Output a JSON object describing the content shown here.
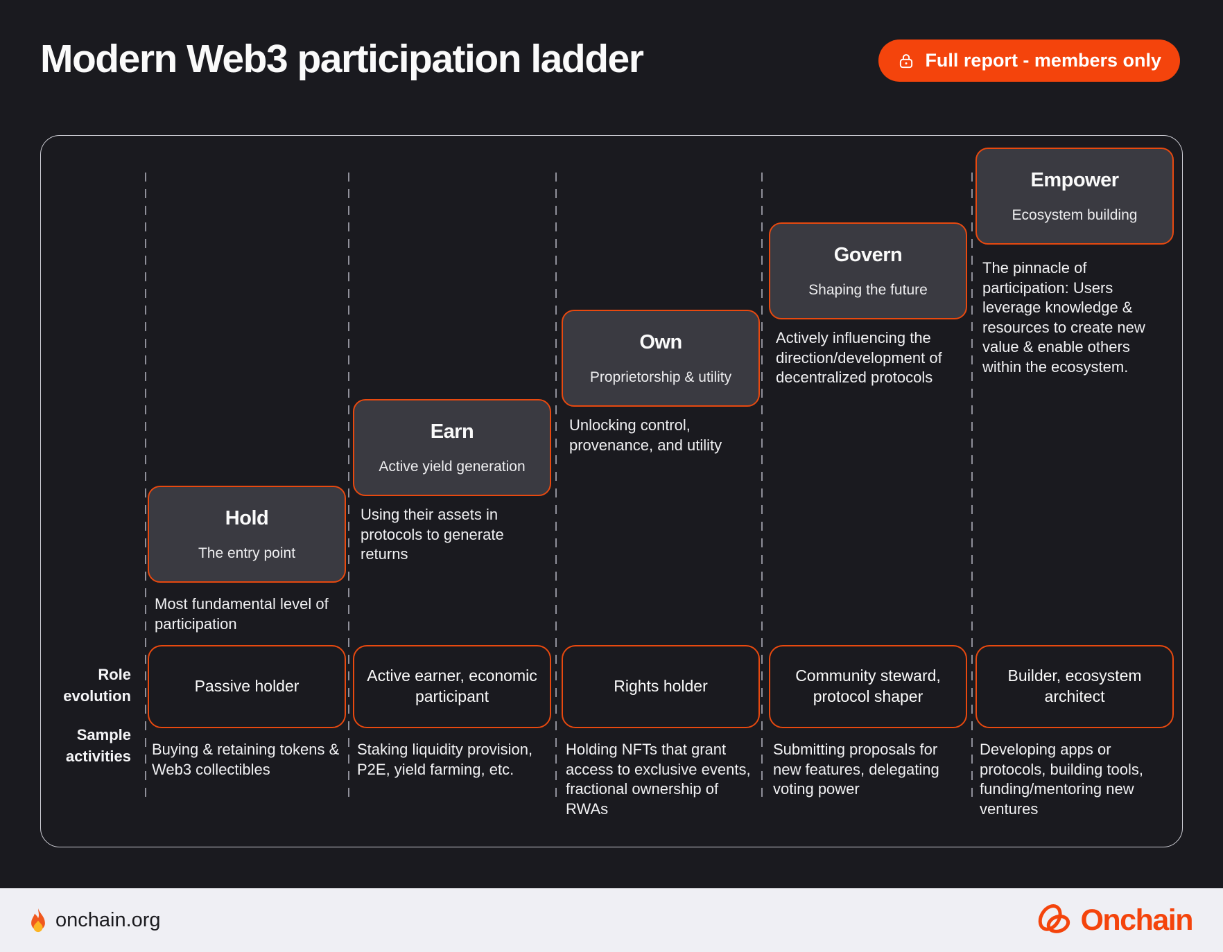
{
  "header": {
    "title": "Modern Web3 participation ladder",
    "button_label": "Full report - members only",
    "button_icon": "lock-icon"
  },
  "row_labels": {
    "role_evolution": "Role evolution",
    "sample_activities": "Sample activities"
  },
  "levels": [
    {
      "title": "Hold",
      "subtitle": "The entry point",
      "description": "Most fundamental level of participation",
      "role": "Passive holder",
      "activities": "Buying & retaining tokens & Web3 collectibles"
    },
    {
      "title": "Earn",
      "subtitle": "Active yield generation",
      "description": "Using their assets in protocols to generate returns",
      "role": "Active earner, economic participant",
      "activities": "Staking liquidity provision, P2E, yield farming, etc."
    },
    {
      "title": "Own",
      "subtitle": "Proprietorship & utility",
      "description": "Unlocking control, provenance, and utility",
      "role": "Rights holder",
      "activities": "Holding NFTs that grant access to exclusive events, fractional ownership of RWAs"
    },
    {
      "title": "Govern",
      "subtitle": "Shaping the future",
      "description": "Actively influencing the direction/development of decentralized protocols",
      "role": "Community steward, protocol shaper",
      "activities": "Submitting proposals for new features, delegating voting power"
    },
    {
      "title": "Empower",
      "subtitle": "Ecosystem building",
      "description": "The pinnacle of participation: Users leverage knowledge & resources to create new value & enable others within the ecosystem.",
      "role": "Builder, ecosystem architect",
      "activities": "Developing apps or protocols, building tools, funding/mentoring new ventures"
    }
  ],
  "footer": {
    "site": "onchain.org",
    "site_icon": "flame-icon",
    "brand": "Onchain",
    "brand_icon": "onchain-knot-icon"
  },
  "colors": {
    "background": "#1A1A1F",
    "accent_orange": "#F4440C",
    "card_border_orange": "#E8490F",
    "card_fill": "#3A3A41",
    "divider_gray": "#90909A",
    "board_border": "#CFCFD6",
    "footer_background": "#EFEFF4",
    "footer_text": "#1B1B1F"
  }
}
